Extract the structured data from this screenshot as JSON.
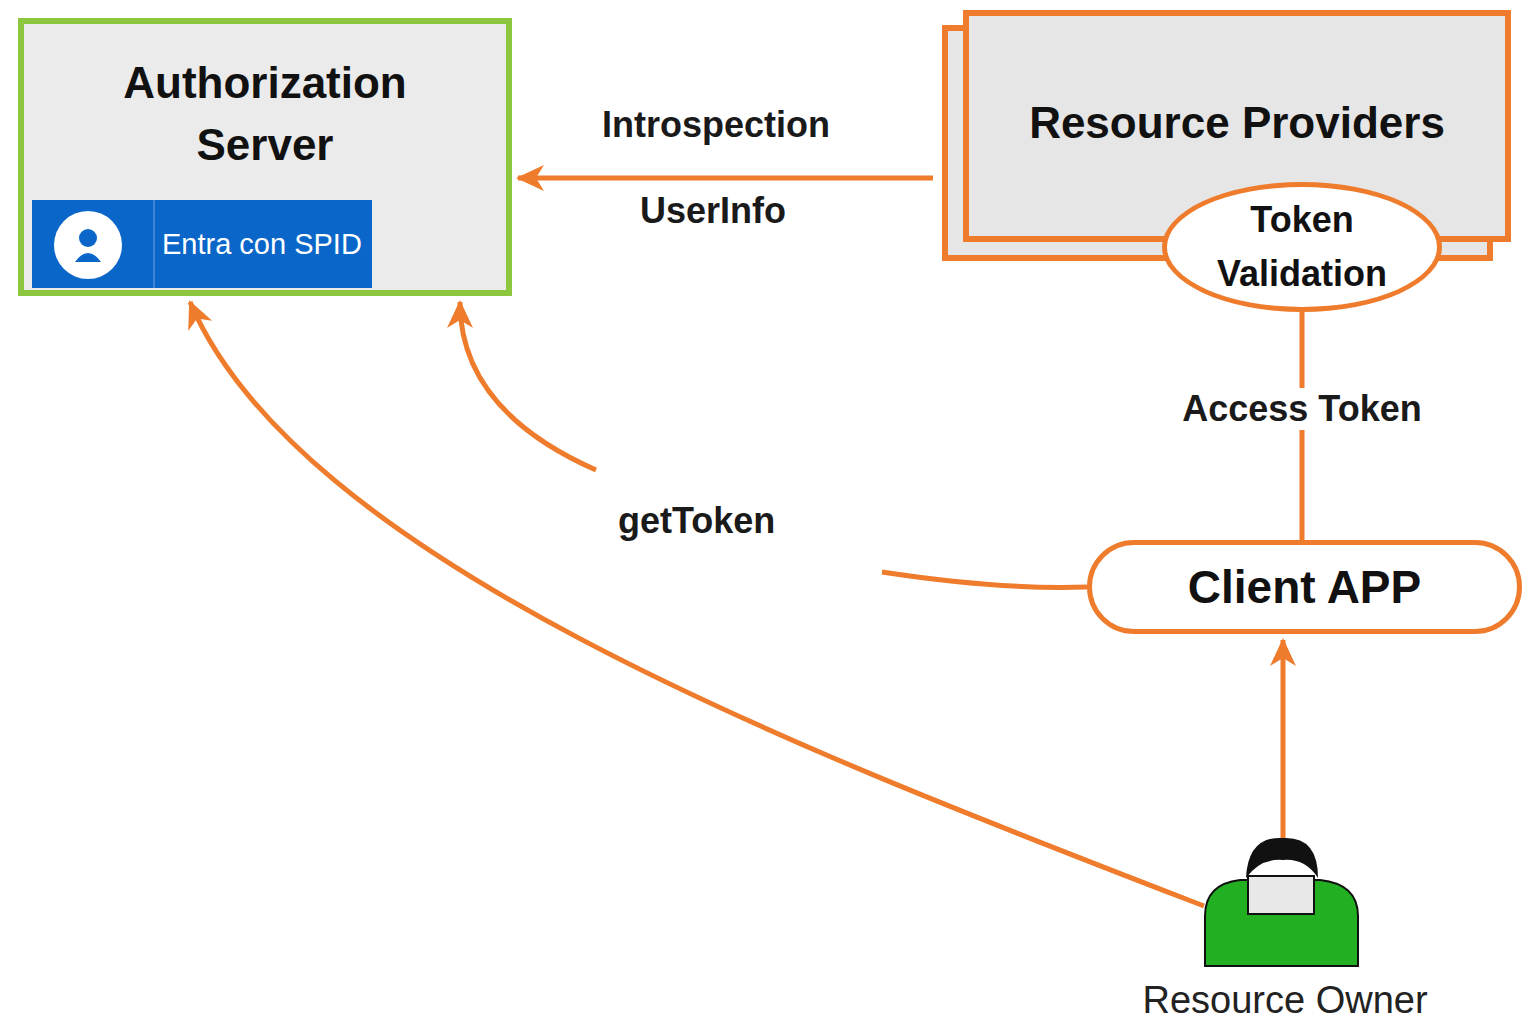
{
  "diagram": {
    "nodes": [
      {
        "text": [
          "Authorization Server"
        ]
      },
      {
        "text": [
          "Entra con SPID"
        ],
        "in": 0
      },
      {
        "text": [
          "Resource Providers"
        ]
      },
      {
        "text": [
          "Token Validation"
        ],
        "in": 2
      },
      {
        "text": [
          "Client APP"
        ]
      },
      {
        "text": [
          "Resource Owner"
        ]
      }
    ],
    "edges": [
      {
        "from": 2,
        "to": 0,
        "label": "Introspection",
        "arrow": "to"
      },
      {
        "from": 4,
        "to": 0,
        "label": "getToken",
        "arrow": "to"
      },
      {
        "from": 3,
        "to": 4,
        "label": "Access Token",
        "arrow": "none"
      },
      {
        "from": 5,
        "to": 4,
        "arrow": "to"
      },
      {
        "from": 5,
        "to": 0,
        "arrow": "to"
      }
    ],
    "labels": [
      "UserInfo"
    ]
  }
}
